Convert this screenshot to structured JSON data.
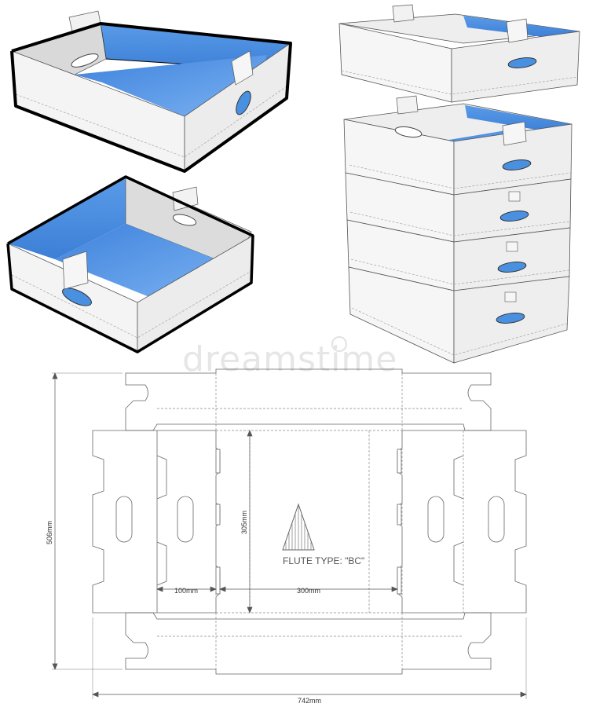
{
  "watermark": "dreamstime",
  "dieline": {
    "dim_height_label": "506mm",
    "dim_inner_height_label": "305mm",
    "dim_side_label": "100mm",
    "dim_base_label": "300mm",
    "dim_total_width_label": "742mm",
    "flute_label": "FLUTE TYPE: \"BC\""
  },
  "colors": {
    "outline": "#000000",
    "box_face": "#f4f4f4",
    "box_inner": "#4a90e0",
    "box_inner_light": "#6fa8ef",
    "dieline_stroke": "#666666",
    "crease_stroke": "#888888"
  }
}
